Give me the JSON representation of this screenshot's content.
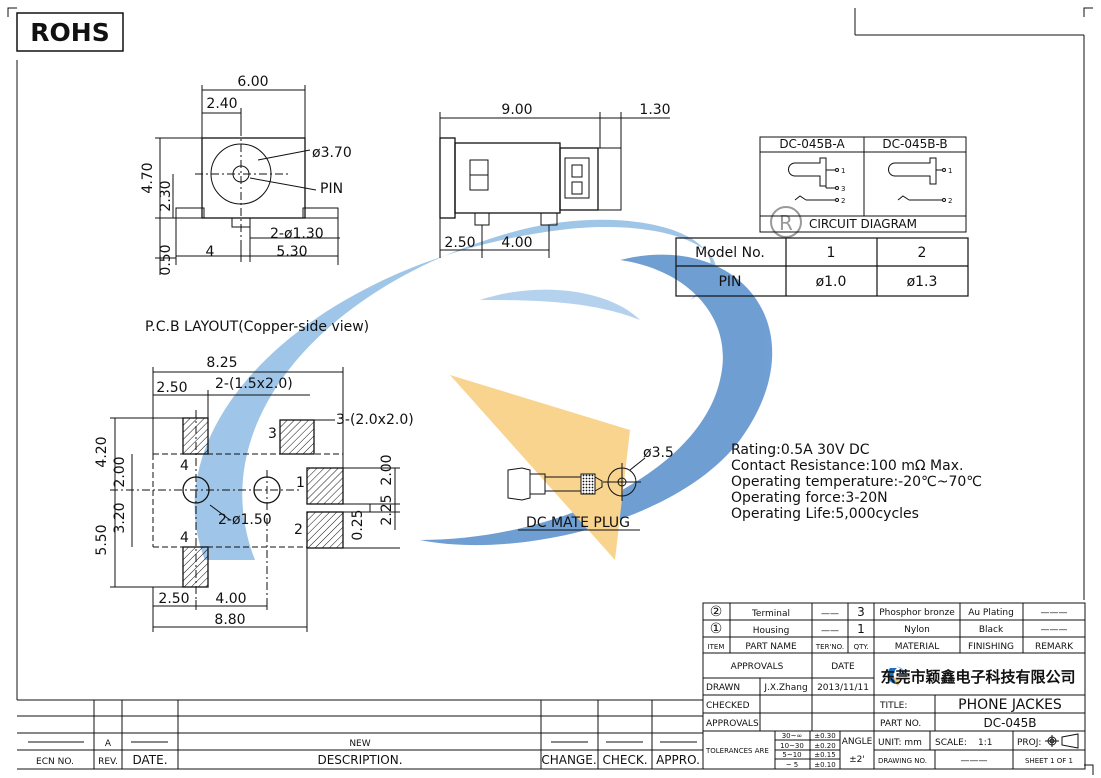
{
  "sheet": {
    "rohs": "ROHS",
    "registered_mark": "R"
  },
  "side_view": {
    "dims": {
      "width": "6.00",
      "offset": "2.40",
      "height": "4.70",
      "center": "2.30",
      "bottom": "0.50",
      "pin_pos": "4",
      "pin_span": "5.30",
      "hole_dia": "ø3.70",
      "pin_dia": "2-ø1.30"
    },
    "pin_label": "PIN"
  },
  "top_view": {
    "dims": {
      "length": "9.00",
      "tail": "1.30",
      "a": "2.50",
      "b": "4.00"
    }
  },
  "circuit": {
    "col_a": "DC-045B-A",
    "col_b": "DC-045B-B",
    "pins_a": [
      "1",
      "3",
      "2"
    ],
    "pins_b": [
      "1",
      "2"
    ],
    "caption": "CIRCUIT DIAGRAM"
  },
  "model_table": {
    "header": [
      "Model No.",
      "1",
      "2"
    ],
    "row": [
      "PIN",
      "ø1.0",
      "ø1.3"
    ]
  },
  "pcb": {
    "title": "P.C.B LAYOUT(Copper-side view)",
    "dims": {
      "total_w": "8.25",
      "pad_w": "2.50",
      "pad_note": "2-(1.5x2.0)",
      "pad3_note": "3-(2.0x2.0)",
      "left_h": "4.20",
      "a": "2.00",
      "b": "3.20",
      "c": "5.50",
      "r1": "2.00",
      "r2": "2.25",
      "r3": "0.25",
      "hole_note": "2-ø1.50",
      "bot1": "2.50",
      "bot2": "4.00",
      "bot_total": "8.80"
    },
    "pad_labels": [
      "3",
      "4",
      "1",
      "2",
      "4"
    ]
  },
  "plug": {
    "dia": "ø3.5",
    "caption": "DC MATE PLUG"
  },
  "specs": [
    "Rating:0.5A  30V DC",
    "Contact  Resistance:100  mΩ  Max.",
    "Operating  temperature:-20℃~70℃",
    "Operating  force:3-20N",
    "Operating  Life:5,000cycles"
  ],
  "bom": {
    "rows": [
      {
        "item": "②",
        "name": "Terminal",
        "ter": "——",
        "qty": "3",
        "material": "Phosphor bronze",
        "finish": "Au Plating",
        "remark": "———"
      },
      {
        "item": "①",
        "name": "Housing",
        "ter": "——",
        "qty": "1",
        "material": "Nylon",
        "finish": "Black",
        "remark": "———"
      }
    ],
    "header": {
      "item": "ITEM",
      "name": "PART NAME",
      "ter": "TER'NO.",
      "qty": "QTY.",
      "material": "MATERIAL",
      "finish": "FINISHING",
      "remark": "REMARK"
    }
  },
  "title_block": {
    "approvals": "APPROVALS",
    "date": "DATE",
    "company": "东莞市颖鑫电子科技有限公司",
    "drawn": "DRAWN",
    "drawn_by": "J.X.Zhang",
    "drawn_date": "2013/11/11",
    "checked": "CHECKED",
    "approvals2": "APPROVALS",
    "title_lbl": "TITLE:",
    "title": "PHONE  JACKES",
    "part_lbl": "PART NO.",
    "part": "DC-045B",
    "tol_lbl": "TOLERANCES ARE",
    "tol_ranges": [
      "30~∞",
      "10~30",
      "5~10",
      "~ 5"
    ],
    "tol_values": [
      "±0.30",
      "±0.20",
      "±0.15",
      "±0.10"
    ],
    "angle_lbl": "ANGLE",
    "angle_val": "±2'",
    "unit": "UNIT:  mm",
    "scale_lbl": "SCALE:",
    "scale": "1:1",
    "proj": "PROJ:",
    "drawing_no": "DRAWING NO.",
    "drawing_no_val": "———",
    "sheet": "SHEET  1  OF  1"
  },
  "revision": {
    "ecn": "ECN NO.",
    "rev": "REV.",
    "date": "DATE.",
    "desc": "DESCRIPTION.",
    "change": "CHANGE.",
    "check": "CHECK.",
    "appro": "APPRO.",
    "rev_value": "A",
    "desc_value": "NEW"
  },
  "colors": {
    "watermark_blue": "#6fa8dc",
    "watermark_orange": "#f6c66a",
    "line": "#111111",
    "logo_blue": "#1f6fc1"
  }
}
